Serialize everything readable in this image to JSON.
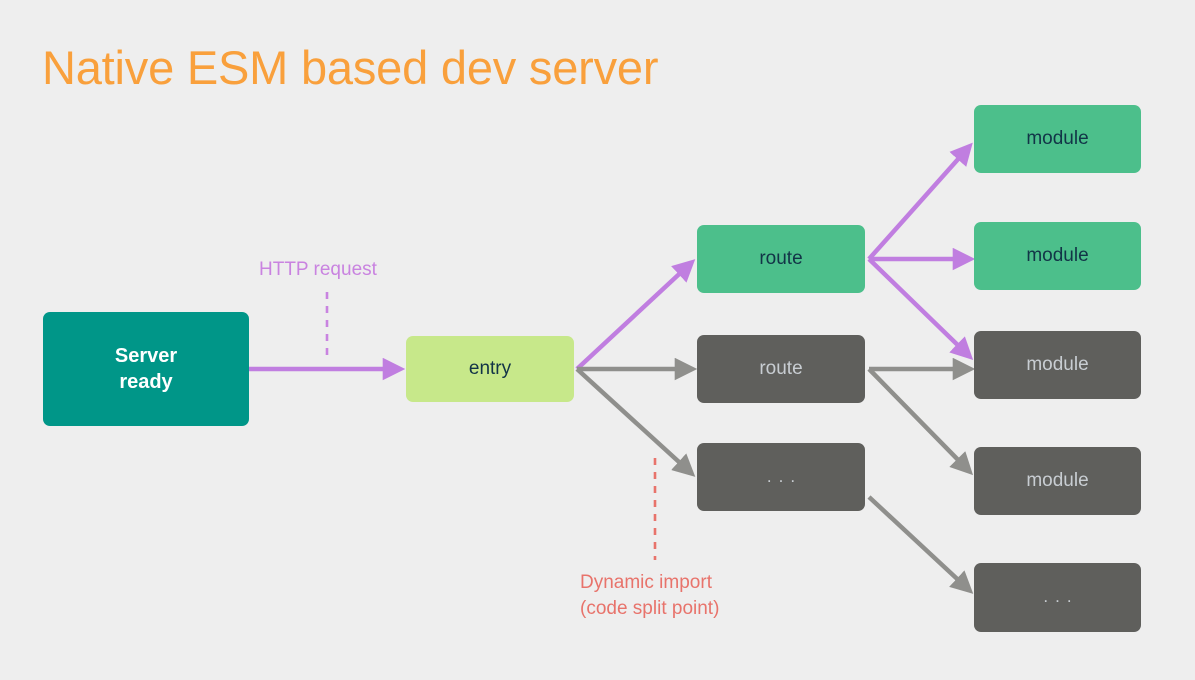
{
  "slide": {
    "title": "Native ESM based dev server",
    "title_color": "#f9a03c",
    "background_color": "#eeeeee"
  },
  "colors": {
    "teal": "#009688",
    "lime": "#c7e88a",
    "green": "#4cbf8b",
    "gray": "#5f5f5c",
    "purple_arrow": "#c07ee0",
    "gray_arrow": "#8f8f8c",
    "purple_text": "#c983e0",
    "red_text": "#e8736b",
    "dark_text": "#123447",
    "gray_text": "#c8cdd2"
  },
  "nodes": {
    "server_ready": {
      "label": "Server\nready",
      "kind": "teal"
    },
    "entry": {
      "label": "entry",
      "kind": "lime"
    },
    "route_green": {
      "label": "route",
      "kind": "green"
    },
    "route_gray": {
      "label": "route",
      "kind": "gray"
    },
    "route_ellipsis": {
      "label": "...",
      "kind": "gray"
    },
    "module_green_1": {
      "label": "module",
      "kind": "green"
    },
    "module_green_2": {
      "label": "module",
      "kind": "green"
    },
    "module_gray_1": {
      "label": "module",
      "kind": "gray"
    },
    "module_gray_2": {
      "label": "module",
      "kind": "gray"
    },
    "module_ellipsis": {
      "label": "...",
      "kind": "gray"
    }
  },
  "annotations": {
    "http_request": {
      "text": "HTTP request",
      "color": "#c983e0"
    },
    "dynamic_import": {
      "text": "Dynamic import\n(code split point)",
      "color": "#e8736b"
    }
  }
}
